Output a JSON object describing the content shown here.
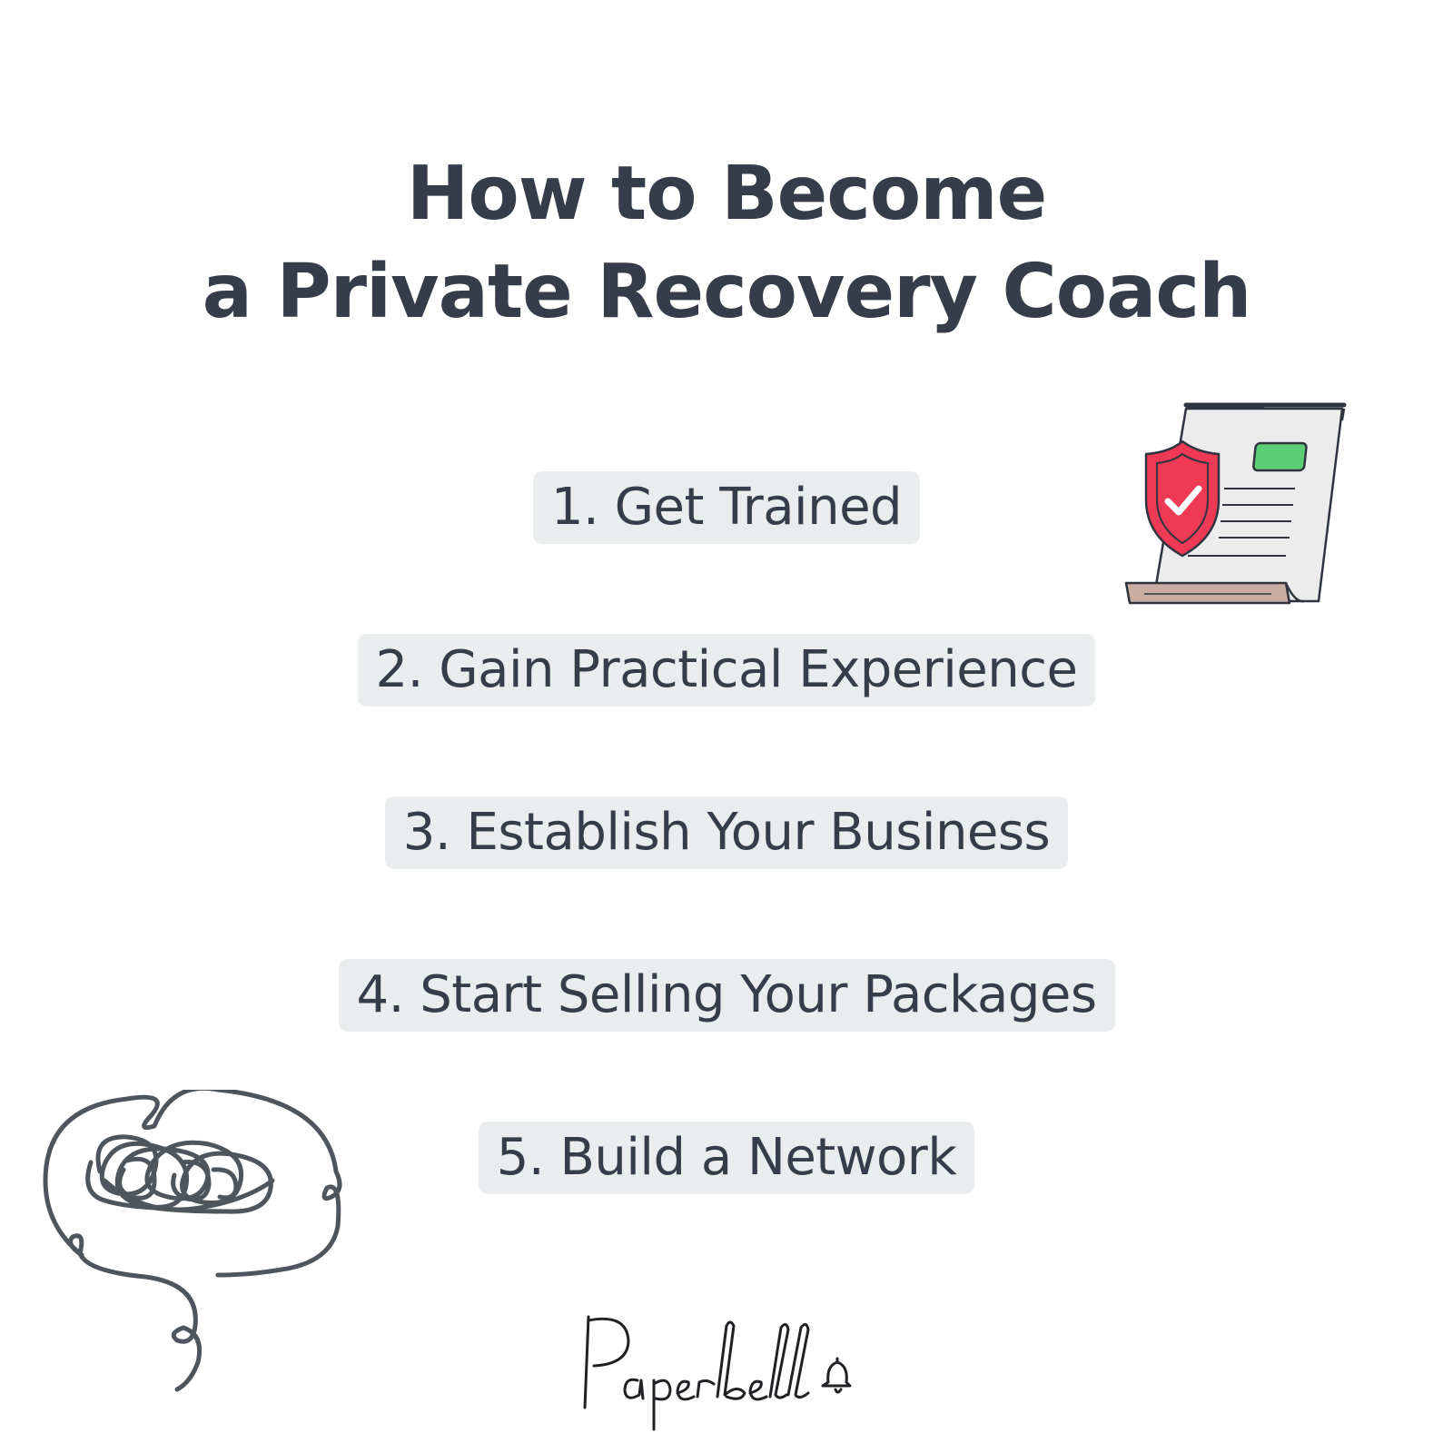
{
  "title": {
    "line1": "How to Become",
    "line2": "a Private Recovery Coach"
  },
  "steps": [
    {
      "label": "1. Get Trained"
    },
    {
      "label": "2. Gain Practical Experience"
    },
    {
      "label": "3. Establish Your Business"
    },
    {
      "label": "4. Start Selling Your Packages"
    },
    {
      "label": "5. Build a Network"
    }
  ],
  "brand": {
    "logo_text": "Paperbell"
  },
  "icons": {
    "document": "document-shield-check-icon",
    "brain": "tangled-brain-icon",
    "bell": "bell-icon"
  },
  "colors": {
    "text": "#363d4a",
    "pill_bg": "#e9edee",
    "shield_red": "#ee3a55",
    "folder_tan": "#c9ada3",
    "badge_green": "#5ccf74"
  }
}
